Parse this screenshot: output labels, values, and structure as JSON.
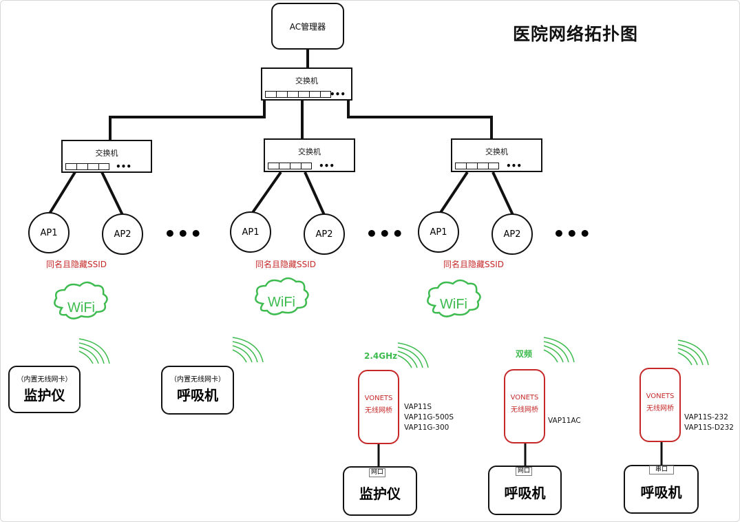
{
  "title": "医院网络拓扑图",
  "ac": {
    "label": "AC管理器"
  },
  "switches": {
    "core": {
      "label": "交换机",
      "dots": "•••"
    },
    "left": {
      "label": "交换机",
      "dots": "•••"
    },
    "middle": {
      "label": "交换机",
      "dots": "•••"
    },
    "right": {
      "label": "交换机",
      "dots": "•••"
    }
  },
  "aps": {
    "left": [
      "AP1",
      "AP2"
    ],
    "middle": [
      "AP1",
      "AP2"
    ],
    "right": [
      "AP1",
      "AP2"
    ]
  },
  "ellipsis": "•••",
  "ssid_label": "同名且隐藏SSID",
  "wifi_label": "WiFi",
  "devices": {
    "monitor_builtin": {
      "note": "（内置无线网卡）",
      "name": "监护仪"
    },
    "ventilator_builtin": {
      "note": "（内置无线网卡）",
      "name": "呼吸机"
    },
    "monitor_bridge": {
      "name": "监护仪"
    },
    "ventilator_bridge_ac": {
      "name": "呼吸机"
    },
    "ventilator_bridge_serial": {
      "name": "呼吸机"
    }
  },
  "bridges": {
    "b1": {
      "line1": "VONETS",
      "line2": "无线网桥",
      "freq": "2.4GHz",
      "port": "网口",
      "models": [
        "VAP11S",
        "VAP11G-500S",
        "VAP11G-300"
      ]
    },
    "b2": {
      "line1": "VONETS",
      "line2": "无线网桥",
      "freq": "双频",
      "port": "网口",
      "models": [
        "VAP11AC"
      ]
    },
    "b3": {
      "line1": "VONETS",
      "line2": "无线网桥",
      "port": "串口",
      "models": [
        "VAP11S-232",
        "VAP11S-D232"
      ]
    }
  },
  "colors": {
    "wifi_green": "#3dbb4e",
    "ssid_red": "#c62828",
    "line": "#111111"
  }
}
